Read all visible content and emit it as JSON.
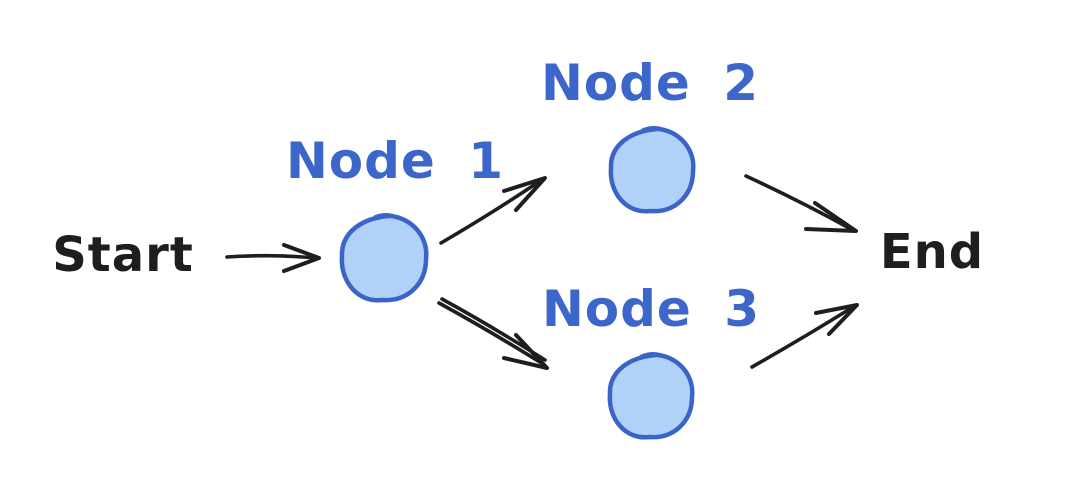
{
  "diagram": {
    "type": "flowchart",
    "colors": {
      "background": "#ffffff",
      "node_fill": "#b1d2f8",
      "node_stroke": "#3b64c9",
      "node_label": "#3d66ca",
      "edge": "#1e1e1e",
      "text": "#1e1e1e"
    },
    "nodes": {
      "start": {
        "label": "Start",
        "shape": "text"
      },
      "node1": {
        "label": "Node 1",
        "shape": "circle"
      },
      "node2": {
        "label": "Node 2",
        "shape": "circle"
      },
      "node3": {
        "label": "Node 3",
        "shape": "circle"
      },
      "end": {
        "label": "End",
        "shape": "text"
      }
    },
    "edges": [
      {
        "from": "Start",
        "to": "Node 1",
        "style": "single-line-arrow"
      },
      {
        "from": "Node 1",
        "to": "Node 2",
        "style": "single-line-arrow"
      },
      {
        "from": "Node 1",
        "to": "Node 3",
        "style": "double-line-arrow"
      },
      {
        "from": "Node 2",
        "to": "End",
        "style": "single-line-arrow"
      },
      {
        "from": "Node 3",
        "to": "End",
        "style": "single-line-arrow"
      }
    ]
  }
}
